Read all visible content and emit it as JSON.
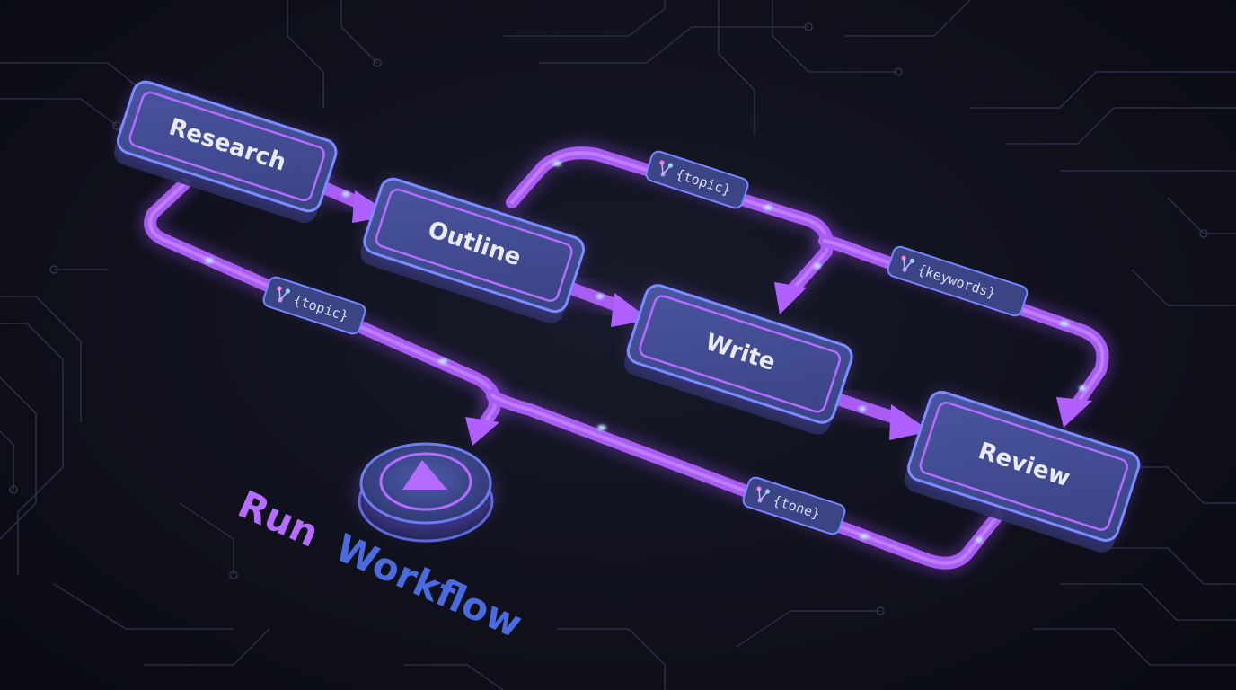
{
  "workflow": {
    "nodes": [
      {
        "id": "research",
        "label": "Research"
      },
      {
        "id": "outline",
        "label": "Outline"
      },
      {
        "id": "write",
        "label": "Write"
      },
      {
        "id": "review",
        "label": "Review"
      }
    ],
    "variables": [
      {
        "id": "topic_top",
        "label": "{topic}"
      },
      {
        "id": "keywords",
        "label": "{keywords}"
      },
      {
        "id": "topic_left",
        "label": "{topic}"
      },
      {
        "id": "tone",
        "label": "{tone}"
      }
    ],
    "run_button": {
      "label_first": "Run",
      "label_second": "Workflow",
      "icon": "play-icon"
    }
  },
  "colors": {
    "wire": "#a85cf2",
    "node_fill": "#414a8c",
    "node_border": "#7a8cff",
    "node_inner_border": "#b46cff",
    "run_text_start": "#b66cff",
    "run_text_end": "#3f63d8"
  }
}
